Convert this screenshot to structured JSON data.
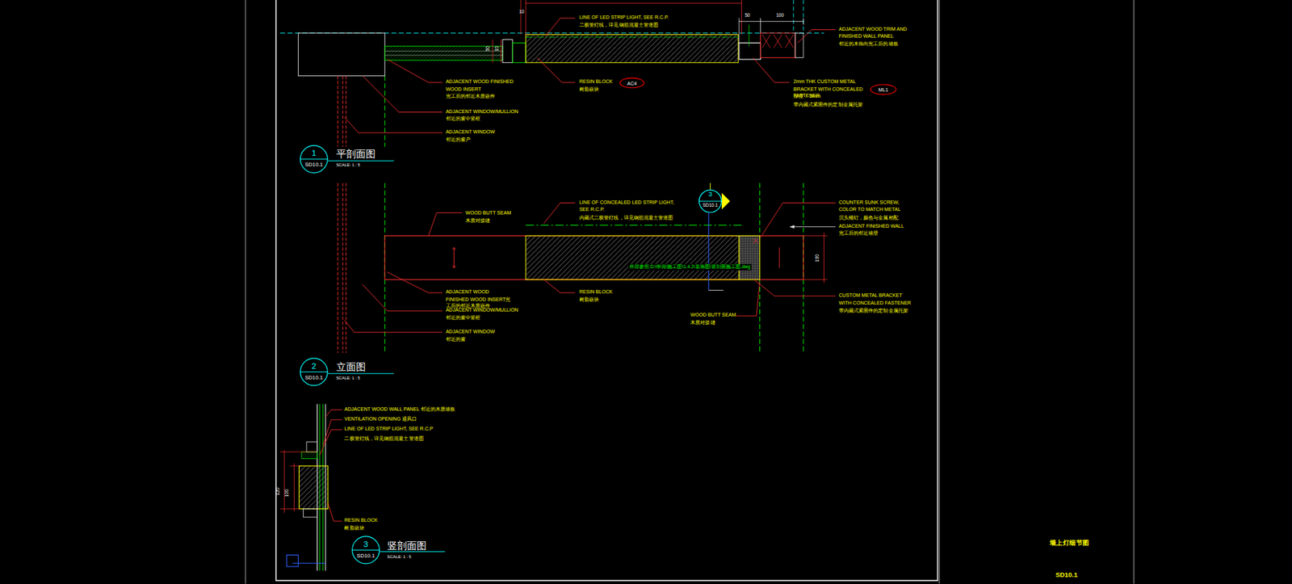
{
  "diagram": {
    "nodes": [
      {
        "text": [
          "AC4"
        ]
      },
      {
        "text": [
          "ML1"
        ]
      },
      {
        "text": [
          "1",
          "SD10.1"
        ]
      },
      {
        "text": [
          "3",
          "SD10.1"
        ]
      },
      {
        "text": [
          "2",
          "SD10.1"
        ]
      },
      {
        "text": [
          "3",
          "SD10.1"
        ]
      }
    ],
    "labels": [
      "10",
      "50",
      "100",
      "50",
      "10",
      "LINE OF LED STRIP LIGHT, SEE R.C.P.",
      "二极管灯线，详见钢筋混凝土管道图",
      "ADJACENT WOOD TRIM AND FINISHED WALL PANEL",
      "邻近的木饰向完工后的墙板",
      "ADJACENT WOOD FINISHED WOOD INSERT",
      "完工后的邻近木质嵌件",
      "ADJACENT WINDOW/MULLION",
      "邻近的窗中竖框",
      "ADJACENT WINDOW",
      "邻近的窗户",
      "RESIN BLOCK",
      "树脂嵌块",
      "2mm THK CUSTOM METAL BRACKET WITH CONCEALED FASTENER",
      "厚度： 2mm",
      "带内藏式紧固件的定制金属托架",
      "平剖面图",
      "SCALE: 1 : 5",
      "WOOD BUTT SEAM",
      "木质对接缝",
      "LINE OF CONCEALED LED STRIP LIGHT, SEE R.C.P.",
      "内藏式二极管灯线，详见钢筋混凝土管道图",
      "COUNTER SUNK SCREW, COLOR TO MATCH METAL",
      "沉头螺钉，颜色与金属相配",
      "ADJACENT FINISHED WALL",
      "完工后的邻近墙壁",
      "100",
      "外部参照:D:\\华润\\施工图\\1.4.2\\装饰图\\竖剖面施工图.dwg",
      "ADJACENT WOOD FINISHED WOOD INSERT完工后的邻近木质嵌件",
      "ADJACENT WINDOW/MULLION",
      "邻近的窗中竖框",
      "ADJACENT WINDOW",
      "邻近的窗",
      "RESIN BLOCK",
      "树脂嵌块",
      "CUSTOM METAL BRACKET WITH CONCEALED FASTENER",
      "带内藏式紧固件的定制金属托架",
      "WOOD BUTT SEAM",
      "木质对接缝",
      "立面图",
      "SCALE: 1 : 5",
      "ADJACENT WOOD WALL PANEL 邻近的木质墙板",
      "VENTILATION OPENING 通风口",
      "LINE OF LED STRIP LIGHT, SEE R.C.P",
      "二极管灯线，详见钢筋混凝土管道图",
      "120",
      "100",
      "RESIN BLOCK",
      "树脂嵌块",
      "竖剖面图",
      "SCALE: 1 : 5",
      "墙上灯细节图",
      "SD10.1"
    ]
  }
}
